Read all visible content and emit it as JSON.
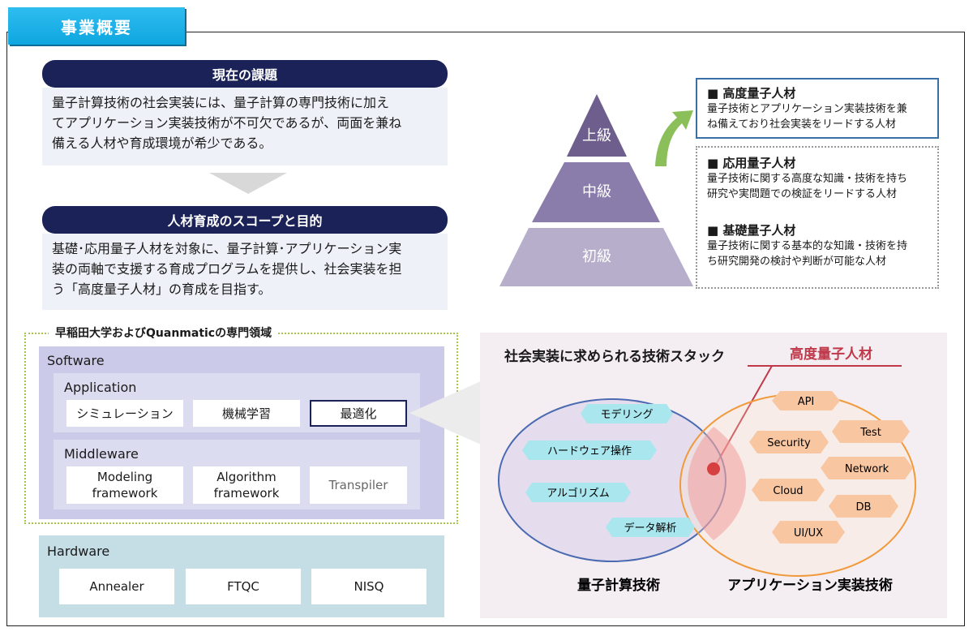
{
  "tab": {
    "label": "事業概要"
  },
  "issue": {
    "header": "現在の課題",
    "lines": [
      "量子計算技術の社会実装には、量子計算の専門技術に加え",
      "てアプリケーション実装技術が不可欠であるが、両面を兼ね",
      "備える人材や育成環境が希少である。"
    ]
  },
  "scope": {
    "header": "人材育成のスコープと目的",
    "lines": [
      "基礎･応用量子人材を対象に、量子計算･アプリケーション実",
      "装の両軸で支援する育成プログラムを提供し、社会実装を担",
      "う「高度量子人材」の育成を目指す。"
    ]
  },
  "expertise": {
    "title": "早稲田大学およびQuanmaticの専門領域",
    "software_label": "Software",
    "application_label": "Application",
    "application_items": [
      "シミュレーション",
      "機械学習",
      "最適化"
    ],
    "middleware_label": "Middleware",
    "middleware_items": [
      "Modeling\nframework",
      "Algorithm\nframework",
      "Transpiler"
    ],
    "hardware_label": "Hardware",
    "hardware_items": [
      "Annealer",
      "FTQC",
      "NISQ"
    ]
  },
  "pyramid": {
    "levels": [
      "上級",
      "中級",
      "初級"
    ]
  },
  "legend": [
    {
      "title": "■ 高度量子人材",
      "lines": [
        "量子技術とアプリケーション実装技術を兼",
        "ね備えており社会実装をリードする人材"
      ]
    },
    {
      "title": "■ 応用量子人材",
      "lines": [
        "量子技術に関する高度な知識・技術を持ち",
        "研究や実問題での検証をリードする人材"
      ]
    },
    {
      "title": "■ 基礎量子人材",
      "lines": [
        "量子技術に関する基本的な知識・技術を持",
        "ち研究開発の検討や判断が可能な人材"
      ]
    }
  ],
  "stack": {
    "title": "社会実装に求められる技術スタック",
    "highlight_label": "高度量子人材",
    "left_label": "量子計算技術",
    "right_label": "アプリケーション実装技術",
    "left_items": [
      "モデリング",
      "ハードウェア操作",
      "アルゴリズム",
      "データ解析"
    ],
    "right_items": [
      "API",
      "Test",
      "Security",
      "Network",
      "Cloud",
      "DB",
      "UI/UX"
    ]
  },
  "colors": {
    "navy": "#1b2257",
    "tab": "#14aee4",
    "quantum": "#9fe3ea",
    "app": "#f7c9a2",
    "highlight": "#c0394a"
  }
}
